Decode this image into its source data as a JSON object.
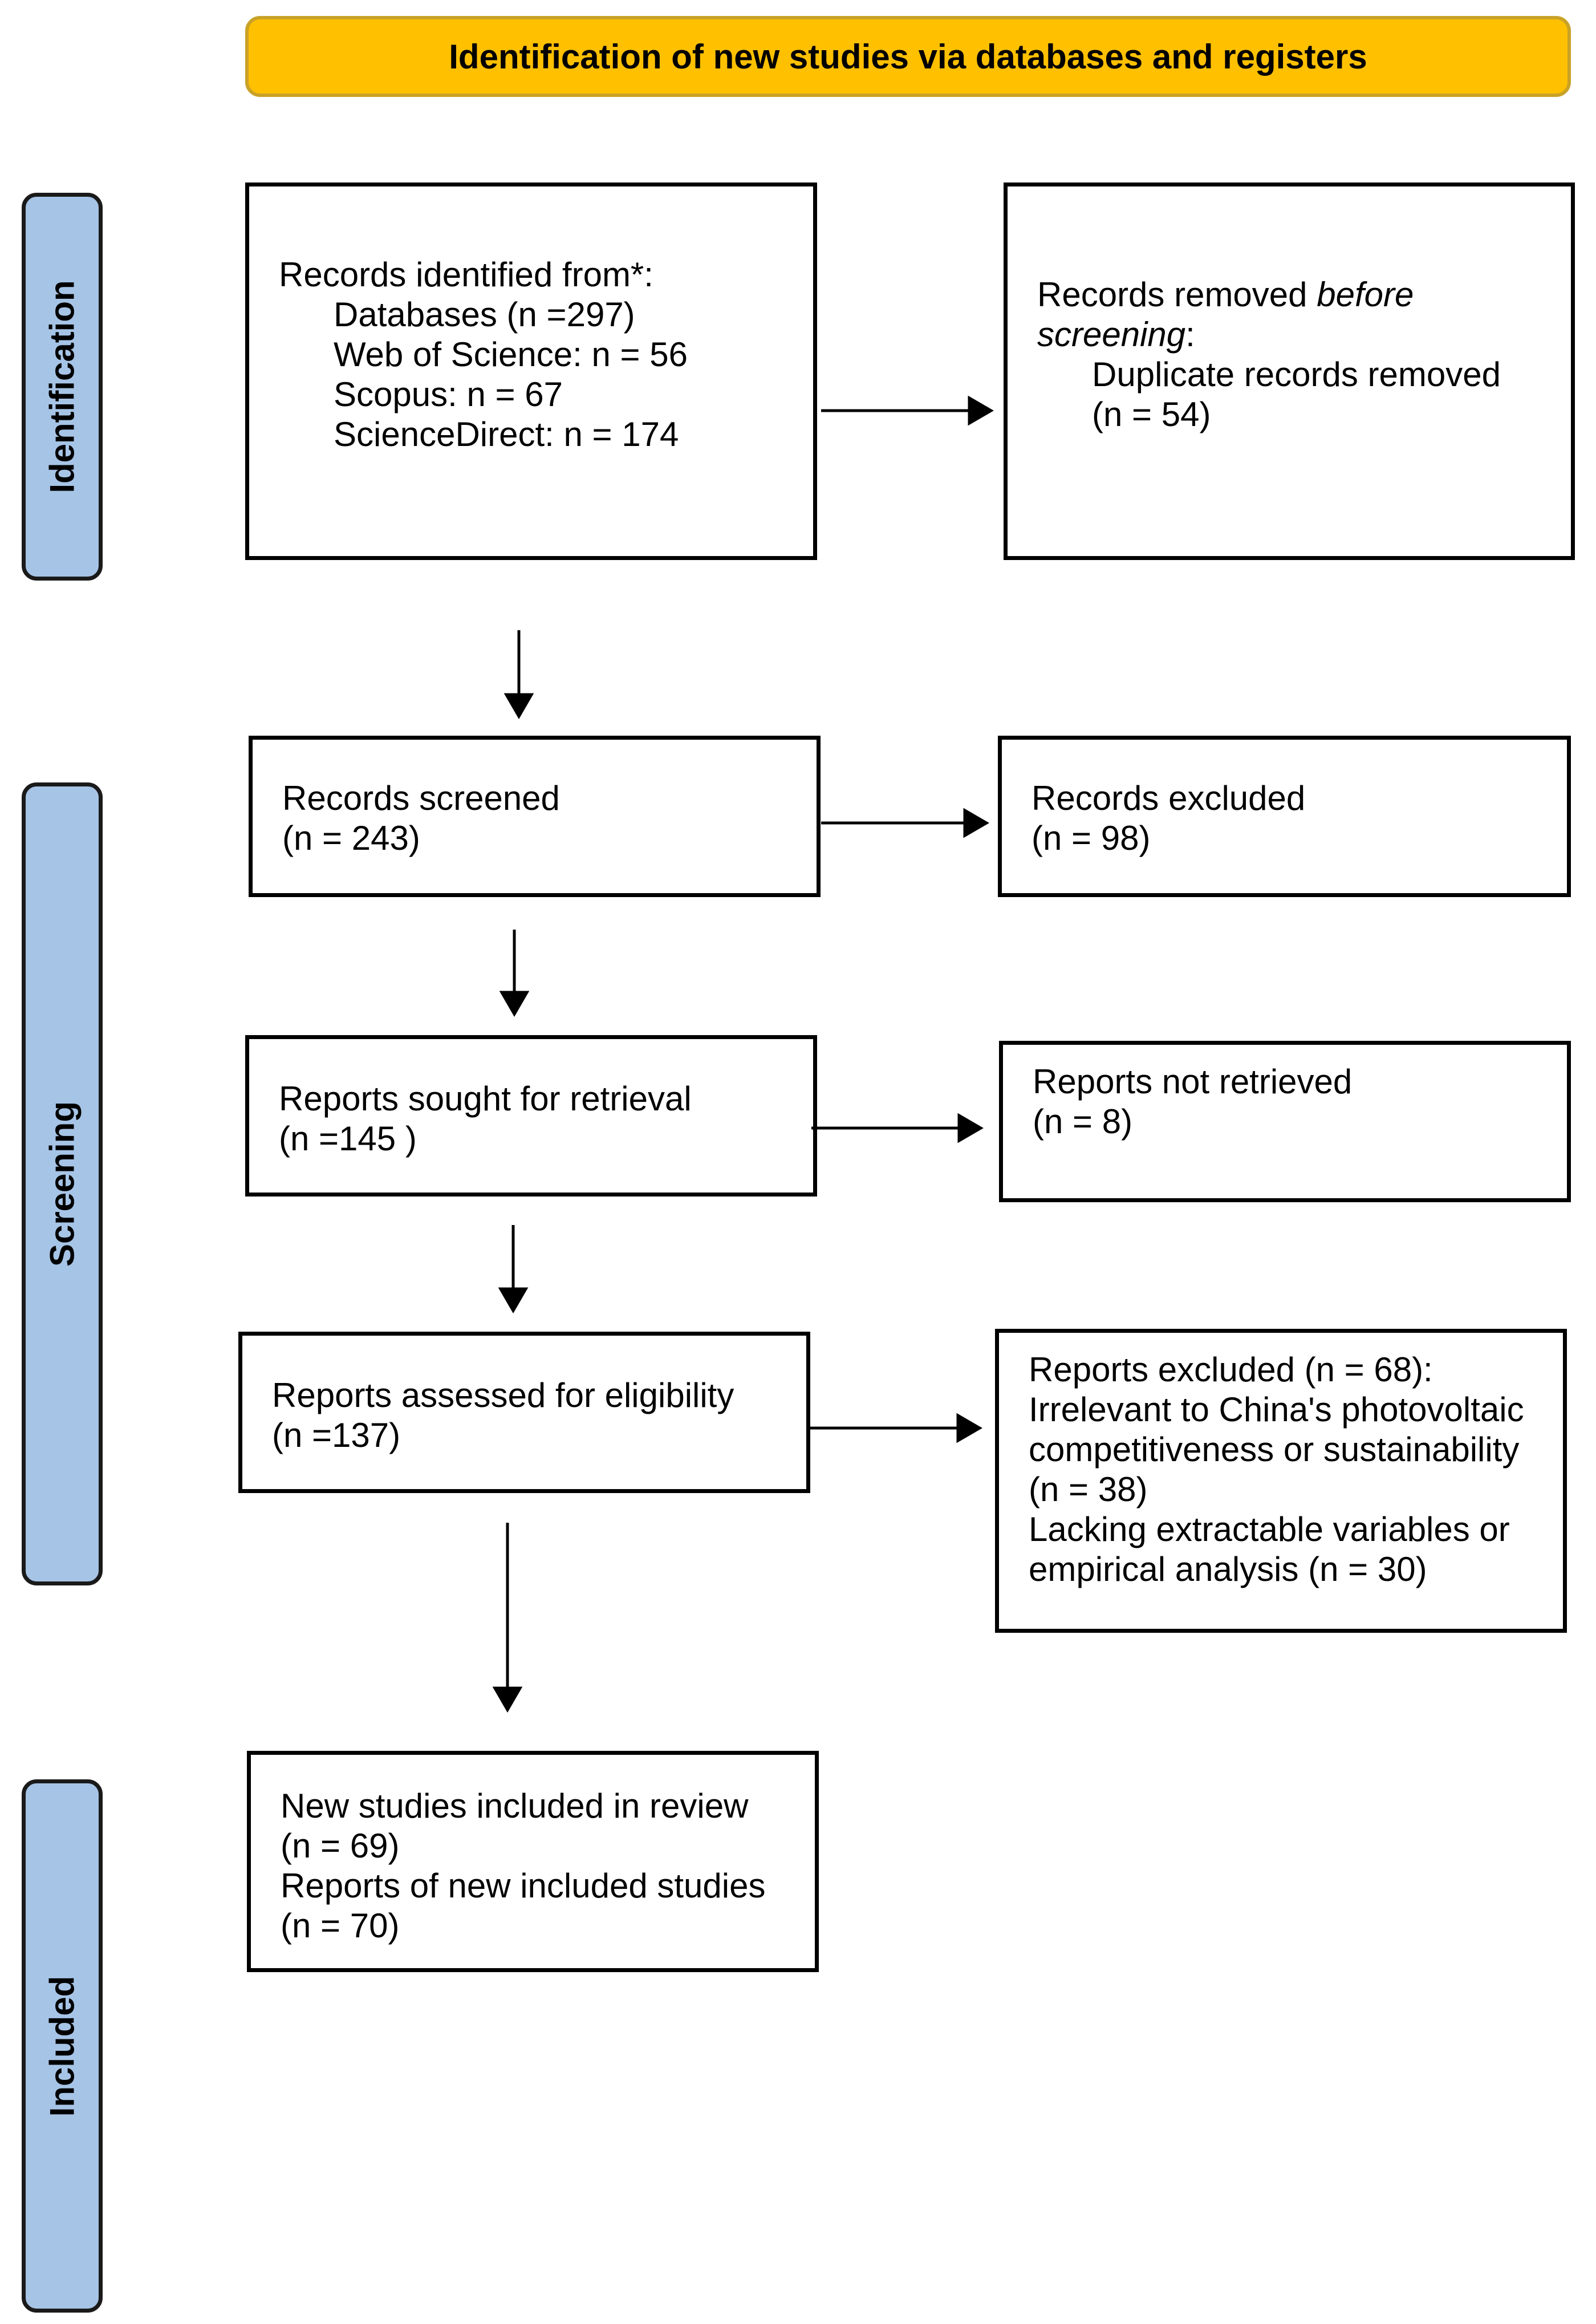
{
  "header": {
    "title": "Identification of new studies via databases and registers"
  },
  "phases": {
    "identification": "Identification",
    "screening": "Screening",
    "included": "Included"
  },
  "identified": {
    "line1": "Records identified from*:",
    "line2": "Databases (n =297)",
    "line3": "Web of Science: n = 56",
    "line4": "Scopus: n = 67",
    "line5": "ScienceDirect: n = 174"
  },
  "removed": {
    "prefix": "Records removed ",
    "italic1": "before",
    "italic2": "screening",
    "colon": ":",
    "line3": "Duplicate records removed",
    "line4": "(n = 54)"
  },
  "screened": {
    "label": "Records screened",
    "count": "(n = 243)"
  },
  "excluded": {
    "label": "Records excluded",
    "count": "(n = 98)"
  },
  "sought": {
    "label": "Reports sought for retrieval",
    "count": "(n =145 )"
  },
  "not_retrieved": {
    "label": "Reports not retrieved",
    "count": "(n = 8)"
  },
  "assessed": {
    "label": "Reports assessed for eligibility",
    "count": "(n =137)"
  },
  "reports_excluded": {
    "line1": "Reports excluded (n = 68):",
    "line2": "Irrelevant to China's photovoltaic",
    "line3": "competitiveness or sustainability",
    "line4": "(n = 38)",
    "line5": "Lacking extractable variables or",
    "line6": "empirical analysis (n = 30)"
  },
  "included": {
    "line1": "New studies included in review",
    "line2": "(n = 69)",
    "line3": "Reports of new included studies",
    "line4": "(n = 70)"
  }
}
